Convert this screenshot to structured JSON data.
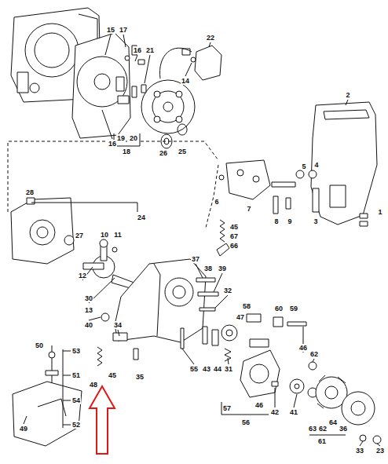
{
  "diagram": {
    "labels": [
      "17",
      "15",
      "22",
      "16",
      "21",
      "14",
      "2",
      "16",
      "19",
      "20",
      "18",
      "26",
      "25",
      "5",
      "4",
      "6",
      "7",
      "28",
      "24",
      "8",
      "9",
      "3",
      "1",
      "45",
      "67",
      "66",
      "27",
      "10",
      "11",
      "37",
      "38",
      "39",
      "12",
      "30",
      "32",
      "58",
      "60",
      "59",
      "13",
      "40",
      "34",
      "47",
      "62",
      "46",
      "53",
      "50",
      "45",
      "35",
      "55",
      "43",
      "44",
      "31",
      "51",
      "48",
      "54",
      "46",
      "57",
      "56",
      "42",
      "41",
      "52",
      "49",
      "63",
      "62",
      "64",
      "36",
      "61",
      "33",
      "23"
    ]
  }
}
